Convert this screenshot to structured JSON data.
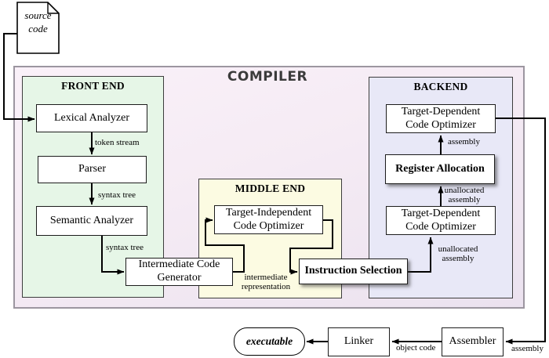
{
  "title": "COMPILER",
  "source_document": {
    "label": "source code"
  },
  "front_end": {
    "title": "FRONT END",
    "lexical_analyzer": "Lexical Analyzer",
    "parser": "Parser",
    "semantic_analyzer": "Semantic Analyzer",
    "intermediate_code_generator": "Intermediate Code Generator",
    "token_stream_label": "token stream",
    "syntax_tree_label_1": "syntax tree",
    "syntax_tree_label_2": "syntax tree"
  },
  "middle_end": {
    "title": "MIDDLE END",
    "target_independent_optimizer": "Target-Independent Code Optimizer",
    "instruction_selection": "Instruction Selection",
    "intermediate_representation_label": "intermediate representation"
  },
  "backend": {
    "title": "BACKEND",
    "target_dependent_optimizer_top": "Target-Dependent Code Optimizer",
    "register_allocation": "Register Allocation",
    "target_dependent_optimizer_bottom": "Target-Dependent Code Optimizer",
    "assembly_label": "assembly",
    "unallocated_assembly_label_upper": "unallocated assembly",
    "unallocated_assembly_label_lower": "unallocated assembly"
  },
  "output_chain": {
    "executable": "executable",
    "linker": "Linker",
    "assembler": "Assembler",
    "object_code_label": "object code",
    "assembly_label": "assembly"
  },
  "colors": {
    "compiler_bg": "#f5ebf4",
    "front_end_bg": "#e6f6e7",
    "middle_end_bg": "#fcfbe2",
    "backend_bg": "#e8e8f7",
    "line": "#000000",
    "title_text": "#3b3b3b"
  }
}
